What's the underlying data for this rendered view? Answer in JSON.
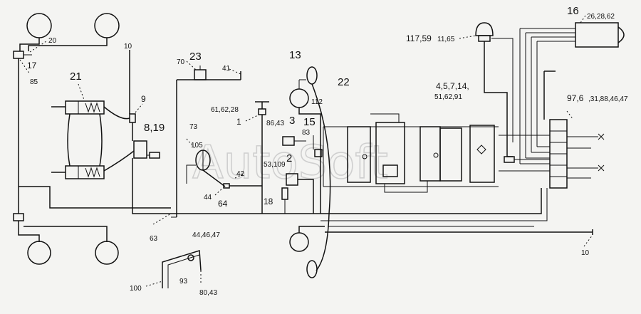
{
  "watermark": "AutoSoft",
  "labels": {
    "l20": "20",
    "l17": "17",
    "l85": "85",
    "l10_top": "10",
    "l21": "21",
    "l9": "9",
    "l8_19": "8,19",
    "l70": "70",
    "l23": "23",
    "l41": "41",
    "l73": "73",
    "l61": "61,62,28",
    "l1": "1",
    "l105": "105",
    "l42": "42",
    "l44": "44",
    "l64": "64",
    "l86": "86,43",
    "l3": "3",
    "l15": "15",
    "l83": "83",
    "l53": "53,109",
    "l2": "2",
    "l18": "18",
    "l13": "13",
    "l22": "22",
    "l112": "112",
    "l117": "117,59",
    "l11_65": "11,65",
    "l16": "16",
    "l26": "26,28,62",
    "l4": "4,5,7,14,",
    "l51": "51,62,91",
    "l97": "97,6",
    "l31": ",31,88,46,47",
    "l63": "63",
    "l44_46": "44,46,47",
    "l100": "100",
    "l93": "93",
    "l80": "80,43",
    "l10_bottom": "10"
  }
}
